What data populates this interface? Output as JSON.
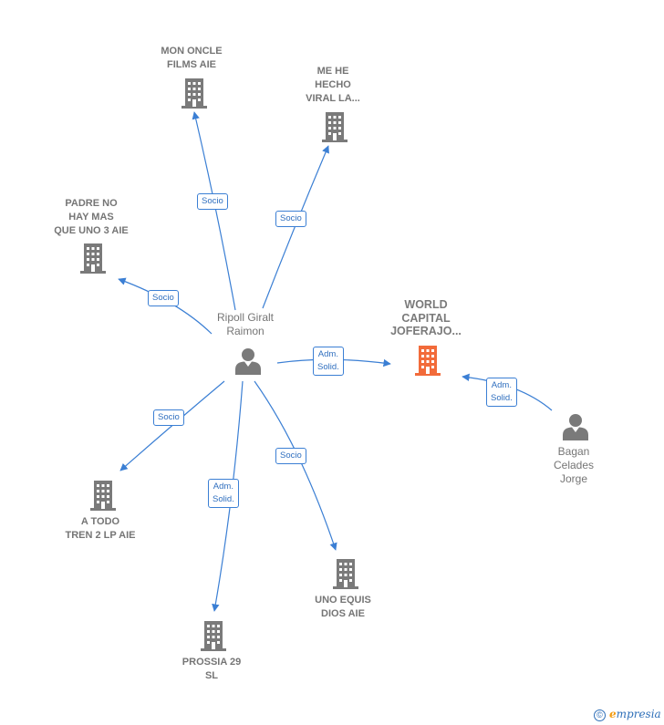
{
  "colors": {
    "edge": "#3b7fd4",
    "company": "#7a7a7a",
    "main_company": "#f26b3a",
    "person": "#7a7a7a"
  },
  "nodes": {
    "mon_oncle": {
      "lines": [
        "MON ONCLE",
        "FILMS AIE"
      ],
      "kind": "company"
    },
    "me_he_hecho": {
      "lines": [
        "ME HE",
        "HECHO",
        "VIRAL LA..."
      ],
      "kind": "company"
    },
    "padre_no_hay": {
      "lines": [
        "PADRE NO",
        "HAY MAS",
        "QUE UNO 3 AIE"
      ],
      "kind": "company"
    },
    "ripoll": {
      "lines": [
        "Ripoll Giralt",
        "Raimon"
      ],
      "kind": "person"
    },
    "world_capital": {
      "lines": [
        "WORLD",
        "CAPITAL",
        "JOFERAJO..."
      ],
      "kind": "main-company"
    },
    "bagan": {
      "lines": [
        "Bagan",
        "Celades",
        "Jorge"
      ],
      "kind": "person"
    },
    "a_todo_tren": {
      "lines": [
        "A TODO",
        "TREN 2 LP  AIE"
      ],
      "kind": "company"
    },
    "uno_equis": {
      "lines": [
        "UNO EQUIS",
        "DIOS AIE"
      ],
      "kind": "company"
    },
    "prossia": {
      "lines": [
        "PROSSIA 29",
        "SL"
      ],
      "kind": "company"
    }
  },
  "edges": {
    "to_mon_oncle": {
      "lines": [
        "Socio"
      ]
    },
    "to_me_he_hecho": {
      "lines": [
        "Socio"
      ]
    },
    "to_padre_no_hay": {
      "lines": [
        "Socio"
      ]
    },
    "to_world_capital": {
      "lines": [
        "Adm.",
        "Solid."
      ]
    },
    "bagan_to_world": {
      "lines": [
        "Adm.",
        "Solid."
      ]
    },
    "to_a_todo_tren": {
      "lines": [
        "Socio"
      ]
    },
    "to_prossia": {
      "lines": [
        "Adm.",
        "Solid."
      ]
    },
    "to_uno_equis": {
      "lines": [
        "Socio"
      ]
    }
  },
  "brand": {
    "copyright": "©",
    "e": "e",
    "rest": "mpresia"
  }
}
